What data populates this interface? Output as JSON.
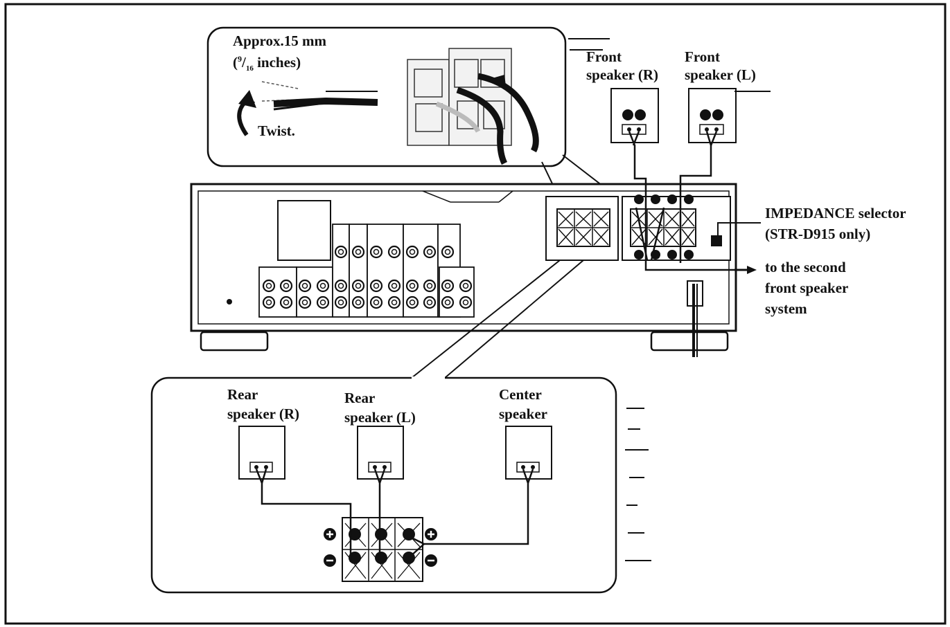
{
  "inset_top": {
    "strip_length": "Approx.15 mm",
    "strip_length_inches_num": "9",
    "strip_length_inches_den": "16",
    "strip_length_inches_unit": "inches)",
    "twist": "Twist."
  },
  "front_speakers": {
    "right": [
      "Front",
      "speaker (R)"
    ],
    "left": [
      "Front",
      "speaker (L)"
    ]
  },
  "impedance_selector": [
    "IMPEDANCE selector",
    "(STR-D915 only)"
  ],
  "second_front": [
    "to the second",
    "front speaker",
    "system"
  ],
  "rear_speakers": {
    "right": [
      "Rear",
      "speaker (R)"
    ],
    "left": [
      "Rear",
      "speaker (L)"
    ],
    "center": [
      "Center",
      "speaker"
    ]
  }
}
